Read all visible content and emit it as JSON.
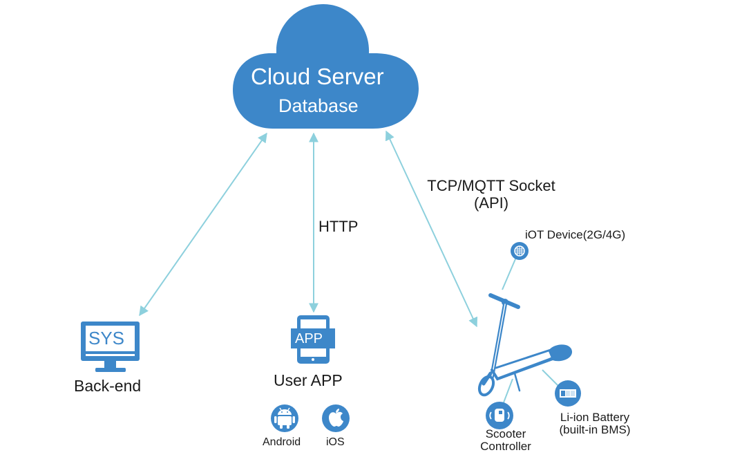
{
  "colors": {
    "primary": "#3d87c9",
    "connector": "#8dd0dd",
    "text": "#1a1a1a",
    "background": "#ffffff"
  },
  "cloud": {
    "title": "Cloud Server",
    "subtitle": "Database"
  },
  "connections": [
    {
      "from": "cloud",
      "to": "backend",
      "label": "",
      "bidirectional": true
    },
    {
      "from": "cloud",
      "to": "user_app",
      "label": "HTTP",
      "bidirectional": true
    },
    {
      "from": "cloud",
      "to": "scooter",
      "label_line1": "TCP/MQTT Socket",
      "label_line2": "(API)",
      "bidirectional": true
    }
  ],
  "backend": {
    "screen_text": "SYS",
    "label": "Back-end",
    "icon": "monitor-icon"
  },
  "user_app": {
    "screen_text": "APP",
    "label": "User APP",
    "icon": "tablet-icon",
    "platforms": [
      {
        "label": "Android",
        "icon": "android-icon"
      },
      {
        "label": "iOS",
        "icon": "apple-icon"
      }
    ]
  },
  "scooter": {
    "icon": "scooter-icon",
    "components": [
      {
        "label": "iOT Device(2G/4G)",
        "icon": "globe-icon"
      },
      {
        "label_line1": "Scooter",
        "label_line2": "Controller",
        "icon": "controller-icon"
      },
      {
        "label_line1": "Li-ion Battery",
        "label_line2": "(built-in BMS)",
        "icon": "battery-icon"
      }
    ]
  }
}
